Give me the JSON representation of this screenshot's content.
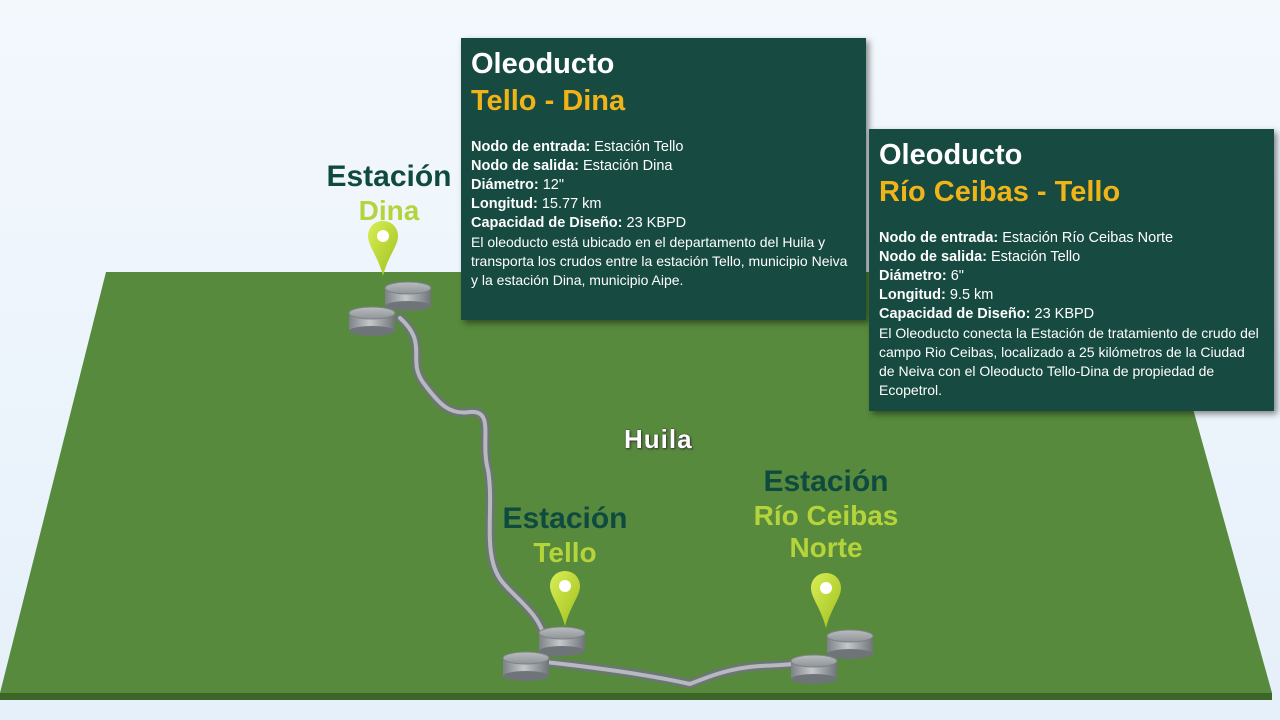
{
  "colors": {
    "plane": "#578a3c",
    "plane_edge": "#3b6628",
    "card_bg": "#174a40",
    "station_word": "#0f4a40",
    "station_name": "#b5d33a",
    "card_highlight": "#f0b418",
    "pin": "#c7e23c",
    "pipe": "#9aa0a4"
  },
  "region": {
    "label": "Huila"
  },
  "stations": {
    "dina": {
      "word": "Estación",
      "name": "Dina"
    },
    "tello": {
      "word": "Estación",
      "name": "Tello"
    },
    "rio_ceibas": {
      "word": "Estación",
      "name": "Río Ceibas",
      "name2": "Norte"
    }
  },
  "cards": {
    "tello_dina": {
      "title": "Oleoducto",
      "subtitle": "Tello - Dina",
      "props": [
        {
          "label": "Nodo de entrada:",
          "value": " Estación Tello"
        },
        {
          "label": "Nodo de salida:",
          "value": " Estación Dina"
        },
        {
          "label": "Diámetro:",
          "value": " 12\""
        },
        {
          "label": "Longitud:",
          "value": " 15.77 km"
        },
        {
          "label": "Capacidad de Diseño:",
          "value": " 23 KBPD"
        }
      ],
      "description": "El oleoducto está ubicado en el departamento del Huila y transporta los crudos entre la estación Tello, municipio Neiva y la estación Dina, municipio Aipe."
    },
    "rio_ceibas_tello": {
      "title": "Oleoducto",
      "subtitle": "Río Ceibas - Tello",
      "props": [
        {
          "label": "Nodo de entrada:",
          "value": " Estación Río Ceibas Norte"
        },
        {
          "label": "Nodo de salida:",
          "value": " Estación Tello"
        },
        {
          "label": "Diámetro:",
          "value": " 6\""
        },
        {
          "label": "Longitud:",
          "value": " 9.5 km"
        },
        {
          "label": "Capacidad de Diseño:",
          "value": " 23 KBPD"
        }
      ],
      "description": "El Oleoducto conecta la Estación de tratamiento de crudo del campo Rio Ceibas, localizado a 25 kilómetros de la Ciudad de Neiva con el Oleoducto Tello-Dina de propiedad de Ecopetrol."
    }
  }
}
